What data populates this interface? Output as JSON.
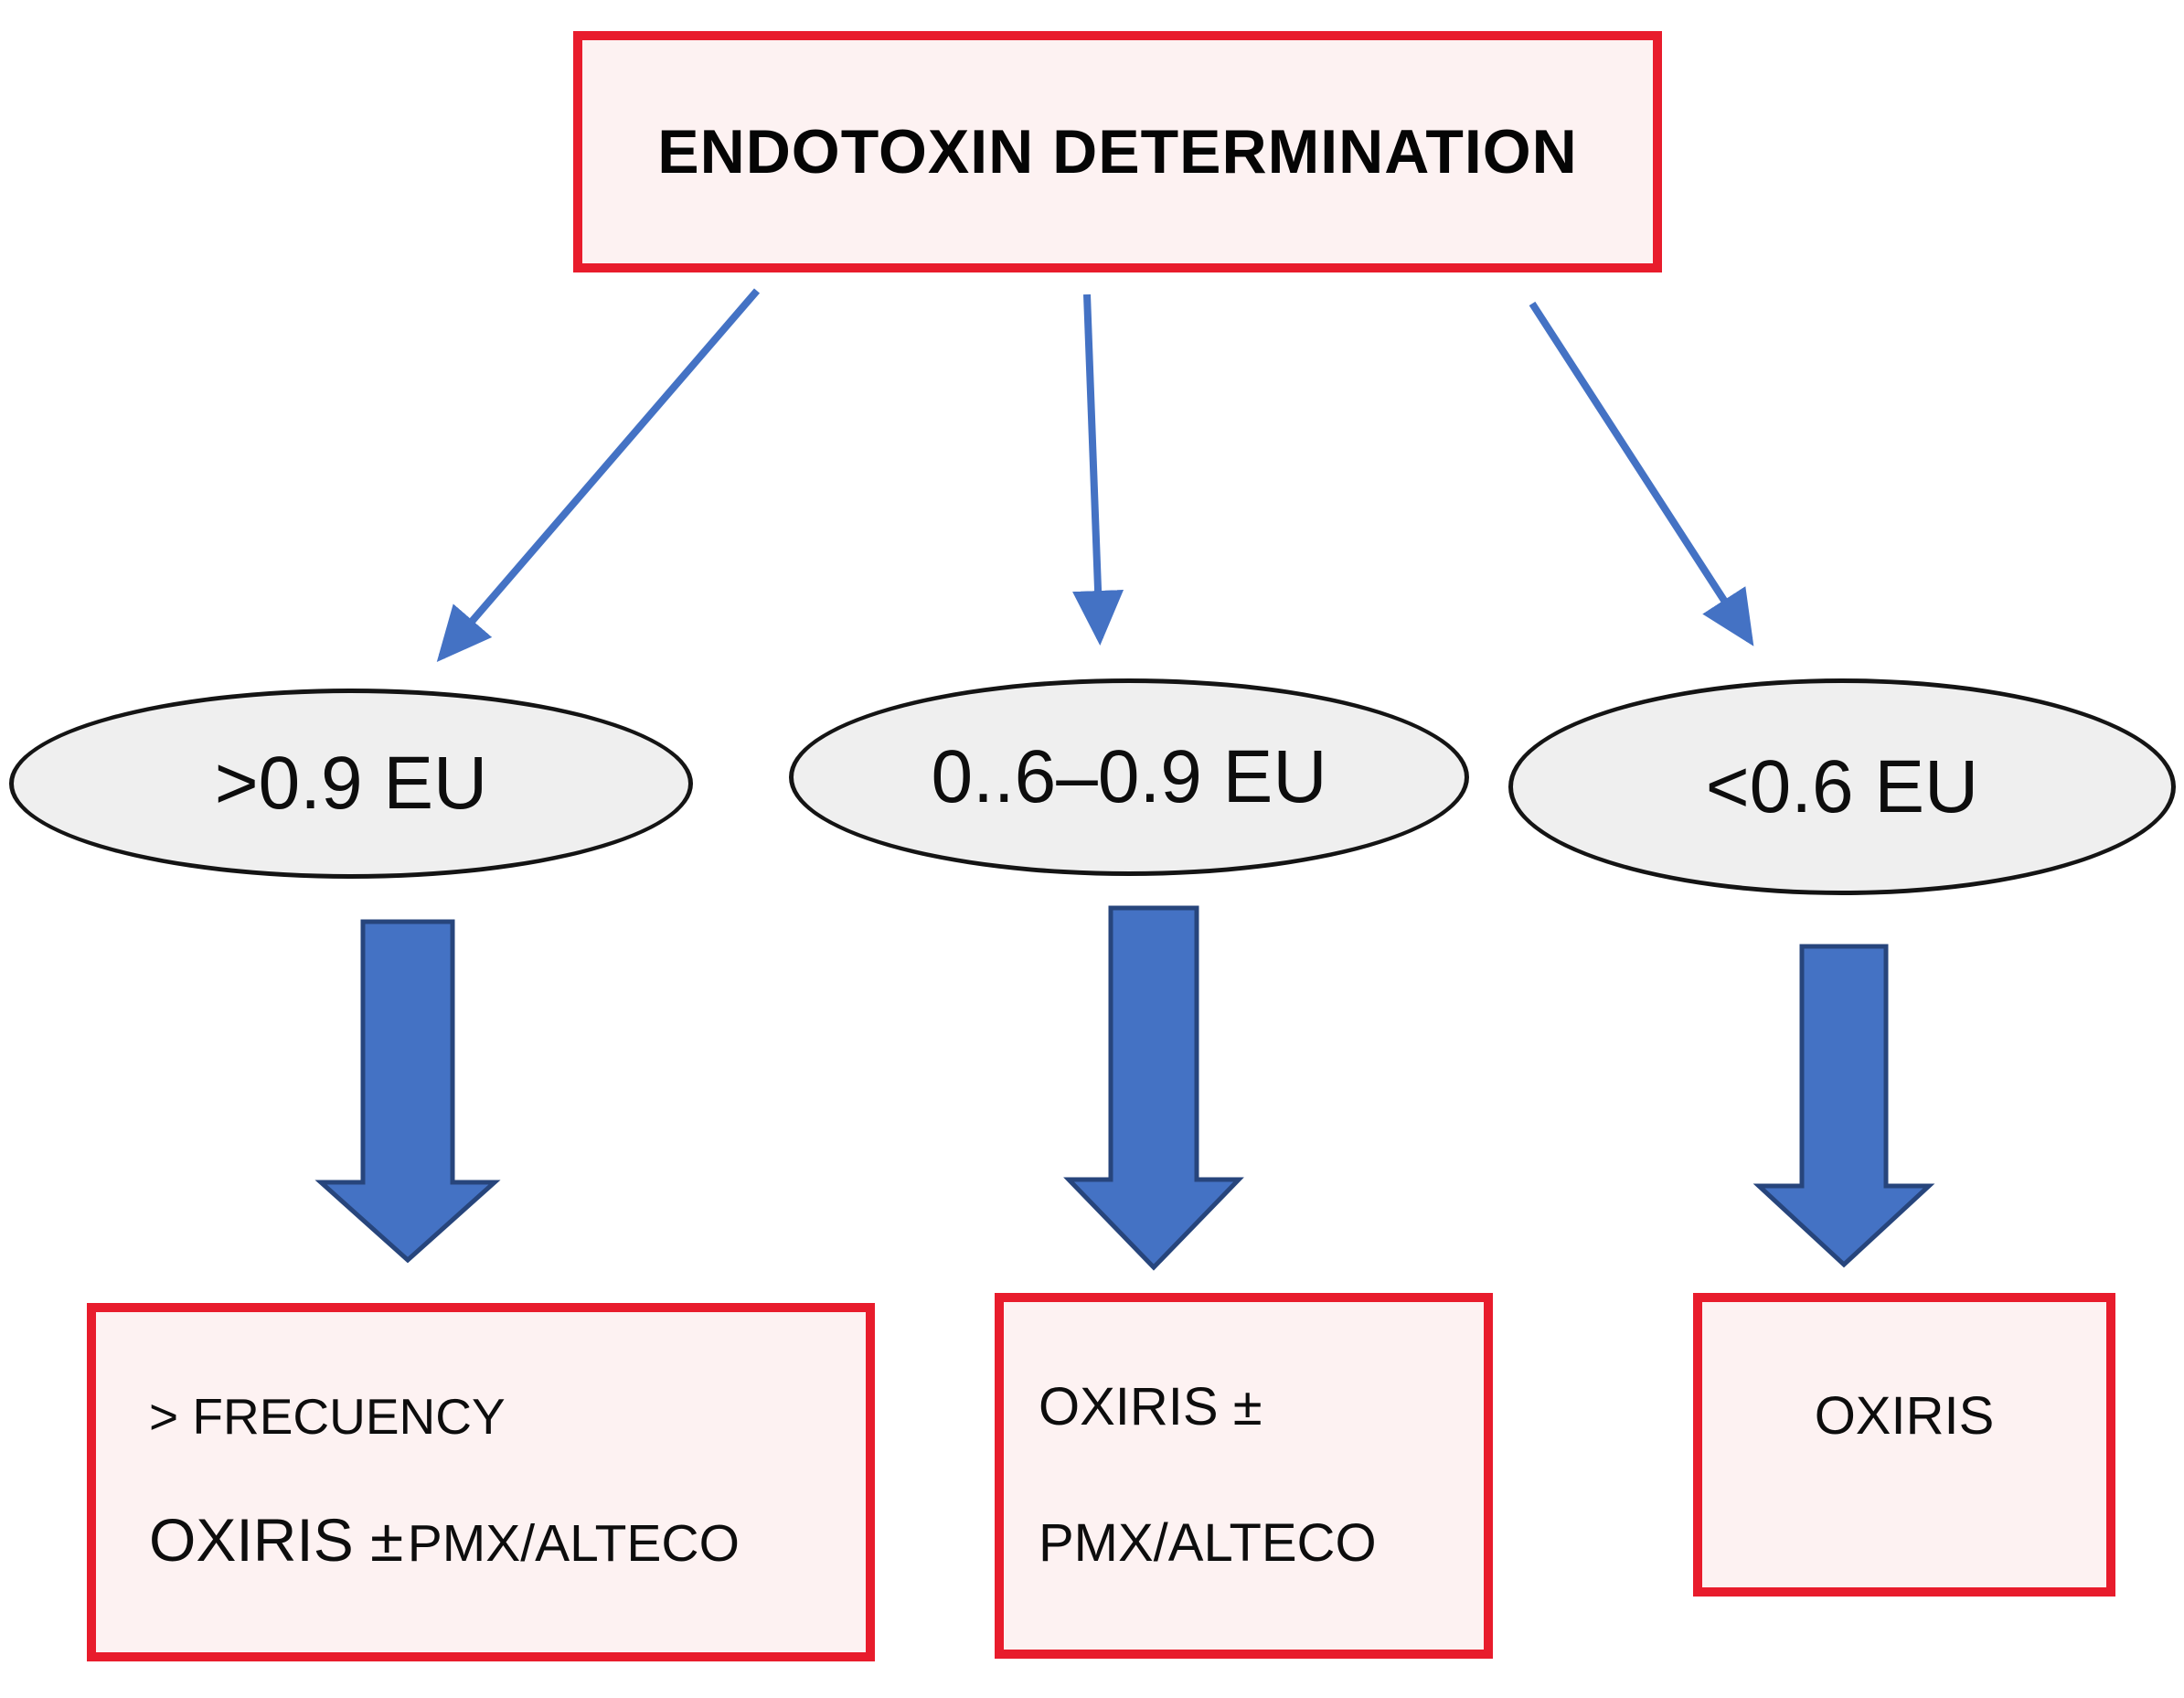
{
  "figure": {
    "title": "ENDOTOXIN DETERMINATION",
    "conditions": {
      "high": ">0.9 EU",
      "mid": "0..6–0.9 EU",
      "low": "<0.6 EU"
    },
    "outcomes": {
      "high_line1": "> FRECUENCY",
      "high_line2_big": "OXIRIS ±",
      "high_line2_small": "PMX/ALTECO",
      "mid_line1": "OXIRIS ±",
      "mid_line2": "PMX/ALTECO",
      "low_line1": "OXIRIS"
    },
    "colors": {
      "box_border_red": "#e81c2c",
      "box_fill_pink": "#fdf2f2",
      "ellipse_fill_gray": "#efefef",
      "ellipse_border_black": "#141414",
      "arrow_fill_blue": "#4472c4",
      "arrow_border_navy": "#27457c",
      "text_black": "#0d0d0d"
    }
  }
}
